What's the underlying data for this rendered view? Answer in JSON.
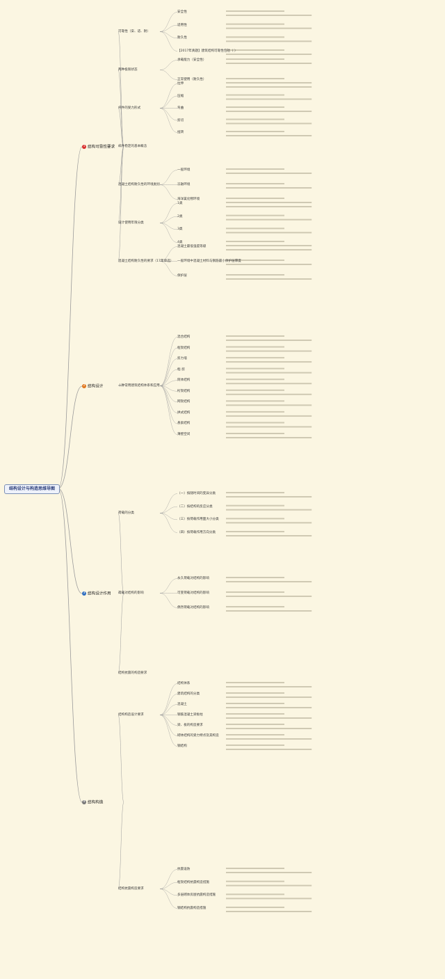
{
  "title": "结构设计与构造思维导图",
  "colors": {
    "branch1": "#d9302e",
    "branch2": "#e0761d",
    "branch3": "#2f6ec0",
    "branch4": "#777777",
    "line": "#9a9a9a",
    "root_border": "#7a8fb5"
  },
  "branches": [
    {
      "num": "1",
      "label": "结构可靠性要求",
      "items": [
        {
          "label": "可靠性（安、适、耐）",
          "sub": [
            "安全性",
            "适用性",
            "耐久性",
            "【2017年真题】建筑结构可靠性包括（ ）"
          ]
        },
        {
          "label": "两种极限状态",
          "sub": [
            "承载能力（安全性）",
            "正常使用（耐久性）"
          ]
        },
        {
          "label": "杆件的受力形式",
          "sub": [
            "拉伸",
            "压缩",
            "弯曲",
            "剪切",
            "扭转"
          ]
        },
        {
          "label": "杆件稳定的基本概念"
        },
        {
          "label": "混凝土结构耐久性的环境类别",
          "sub": [
            "一般环境",
            "冻融环境",
            "海洋氯化物环境"
          ]
        },
        {
          "label": "设计使用年限分类",
          "sub": [
            "1类",
            "2类",
            "3类",
            "4类"
          ]
        },
        {
          "label": "混凝土结构耐久性的要求（17年单选）",
          "sub": [
            "混凝土最低强度等级",
            "一般环境中混凝土材料与钢筋最小保护层厚度",
            "保护层"
          ]
        }
      ]
    },
    {
      "num": "2",
      "label": "结构设计",
      "items": [
        {
          "label": "十种常用建筑结构体系和应用",
          "sub": [
            "混合结构",
            "框架结构",
            "剪力墙",
            "框-剪",
            "筒体结构",
            "桁架结构",
            "网架结构",
            "拱式结构",
            "悬索结构",
            "薄壁空间"
          ]
        }
      ]
    },
    {
      "num": "3",
      "label": "结构设计作用",
      "items": [
        {
          "label": "荷载的分类",
          "sub": [
            "（一）按随时间的变异分类",
            "（二）按结构的反应分类",
            "（三）按荷载作用面大小分类",
            "（四）按荷载作用方向分类"
          ]
        },
        {
          "label": "荷载对结构的影响",
          "sub": [
            "永久荷载对结构的影响",
            "可变荷载对结构的影响",
            "偶然荷载对结构的影响"
          ]
        },
        {
          "label": "结构抗震的构造要求"
        }
      ]
    },
    {
      "num": "4",
      "label": "结构构造",
      "items": [
        {
          "label": "结构构造设计要求",
          "sub": [
            "结构体系",
            "建筑结构的分类",
            "混凝土",
            "钢筋混凝土梁板柱",
            "梁、板的构造要求",
            "砌体结构的受力特点及其构造",
            "钢结构"
          ]
        },
        {
          "label": "结构抗震构造要求",
          "sub": [
            "抗震设防",
            "框架结构抗震构造措施",
            "多层砌体房屋抗震构造措施",
            "钢结构抗震构造措施"
          ]
        }
      ]
    }
  ]
}
